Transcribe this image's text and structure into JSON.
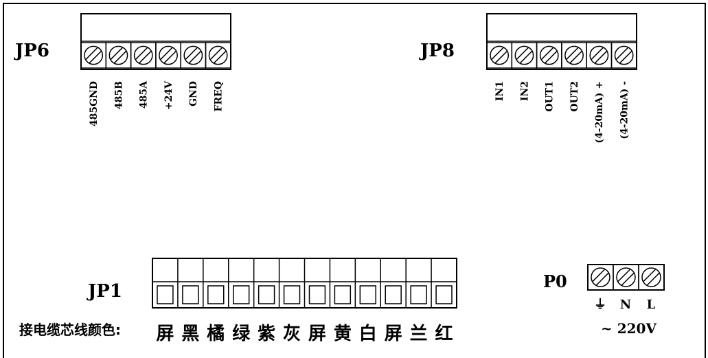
{
  "jp6": {
    "name": "JP6",
    "pins": [
      "485GND",
      "485B",
      "485A",
      "+24V",
      "GND",
      "FREQ"
    ]
  },
  "jp8": {
    "name": "JP8",
    "pins": [
      "IN1",
      "IN2",
      "OUT1",
      "OUT2",
      "(4-20mA) +",
      "(4-20mA) -"
    ]
  },
  "jp1": {
    "name": "JP1",
    "caption": "接电缆芯线颜色:",
    "colors": [
      "屏",
      "黑",
      "橘",
      "绿",
      "紫",
      "灰",
      "屏",
      "黄",
      "白",
      "屏",
      "兰",
      "红"
    ]
  },
  "p0": {
    "name": "P0",
    "pins": [
      "⏚",
      "N",
      "L"
    ],
    "voltage": "~ 220V"
  }
}
